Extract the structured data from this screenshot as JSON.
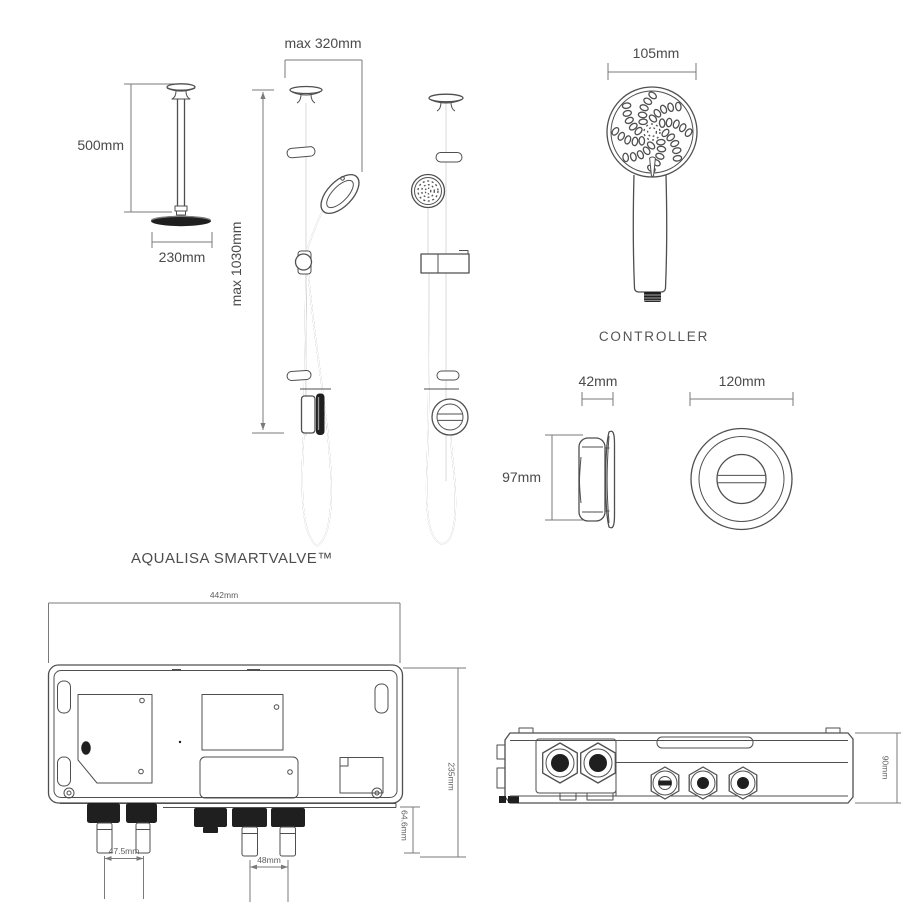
{
  "labels": {
    "ceiling_head_height": "500mm",
    "ceiling_head_diameter": "230mm",
    "rail_max_width": "max 320mm",
    "rail_max_height": "max 1030mm",
    "handset_diameter": "105mm",
    "controller_caption": "CONTROLLER",
    "controller_depth": "42mm",
    "controller_height": "97mm",
    "controller_diameter": "120mm",
    "valve_title": "AQUALISA SMARTVALVE™",
    "valve_width": "442mm",
    "valve_height": "235mm",
    "valve_connector_height": "64.6mm",
    "valve_left_port_spacing": "47.5mm",
    "valve_right_port_spacing": "48mm",
    "valve_depth": "90mm"
  },
  "colors": {
    "line": "#4f4f4f",
    "dim": "#7a7a7a",
    "text": "#4a4a4a",
    "dark_fill": "#1f1f1f",
    "background": "#ffffff"
  }
}
